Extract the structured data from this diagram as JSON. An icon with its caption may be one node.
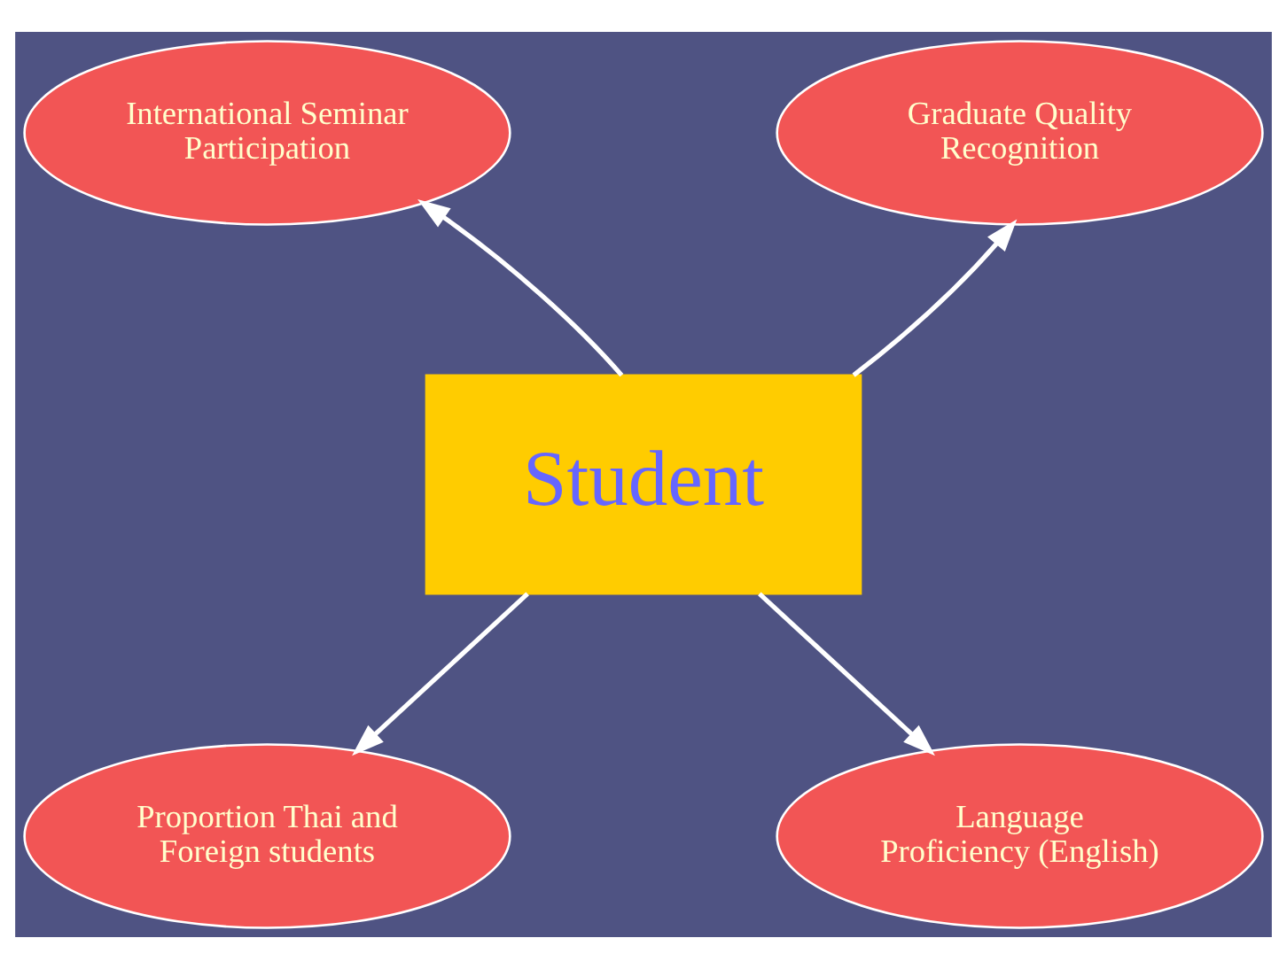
{
  "diagram": {
    "nodes": [
      {
        "text": [
          "International Seminar Participation"
        ]
      },
      {
        "text": [
          "Graduate Quality Recognition"
        ]
      },
      {
        "text": [
          "Student"
        ]
      },
      {
        "text": [
          "Proportion Thai and Foreign students"
        ]
      },
      {
        "text": [
          "Language Proficiency (English)"
        ]
      }
    ],
    "edges": [
      {
        "from": 2,
        "to": 0,
        "arrow": "to"
      },
      {
        "from": 2,
        "to": 1,
        "arrow": "to"
      },
      {
        "from": 2,
        "to": 3,
        "arrow": "to"
      },
      {
        "from": 2,
        "to": 4,
        "arrow": "to"
      }
    ]
  }
}
